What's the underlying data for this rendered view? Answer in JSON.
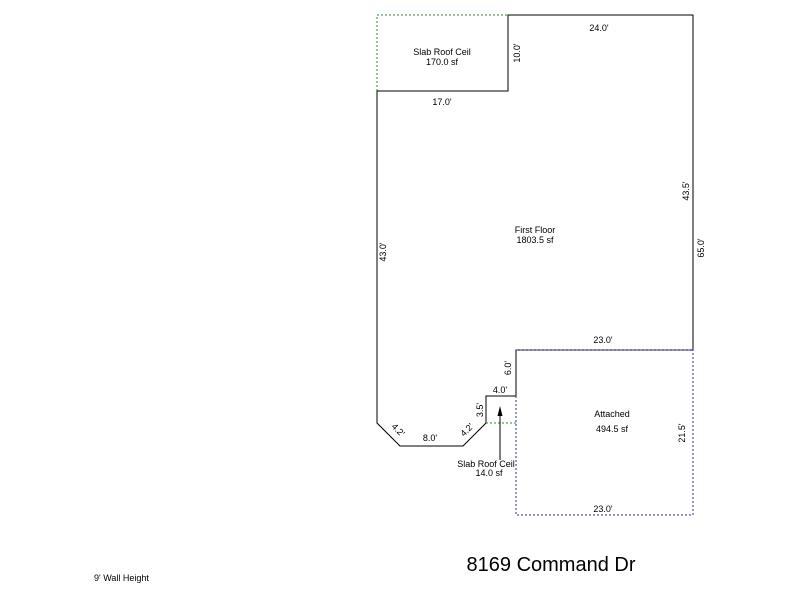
{
  "areas": {
    "slab_top": {
      "name": "Slab Roof Ceil",
      "area": "170.0 sf"
    },
    "first_floor": {
      "name": "First Floor",
      "area": "1803.5 sf"
    },
    "attached": {
      "name": "Attached",
      "area": "494.5 sf"
    },
    "slab_small": {
      "name": "Slab Roof Ceil",
      "area": "14.0 sf"
    }
  },
  "dimensions": {
    "top_right_width": "24.0'",
    "notch_height": "10.0'",
    "slab_width": "17.0'",
    "right_upper": "43.5'",
    "right_total": "65.0'",
    "left_height": "43.0'",
    "attached_top": "23.0'",
    "step_height": "6.0'",
    "step_width": "4.0'",
    "small_height": "3.5'",
    "diag_left": "4.2'",
    "bottom_width": "8.0'",
    "diag_right": "4.2'",
    "attached_side": "21.5'",
    "attached_bottom": "23.0'"
  },
  "footer": {
    "address": "8169 Command Dr",
    "wall_height": "9' Wall Height"
  },
  "colors": {
    "wall": "#000000",
    "slab_outline": "#2a8a2a",
    "attached_outline": "#2a2aa0"
  }
}
